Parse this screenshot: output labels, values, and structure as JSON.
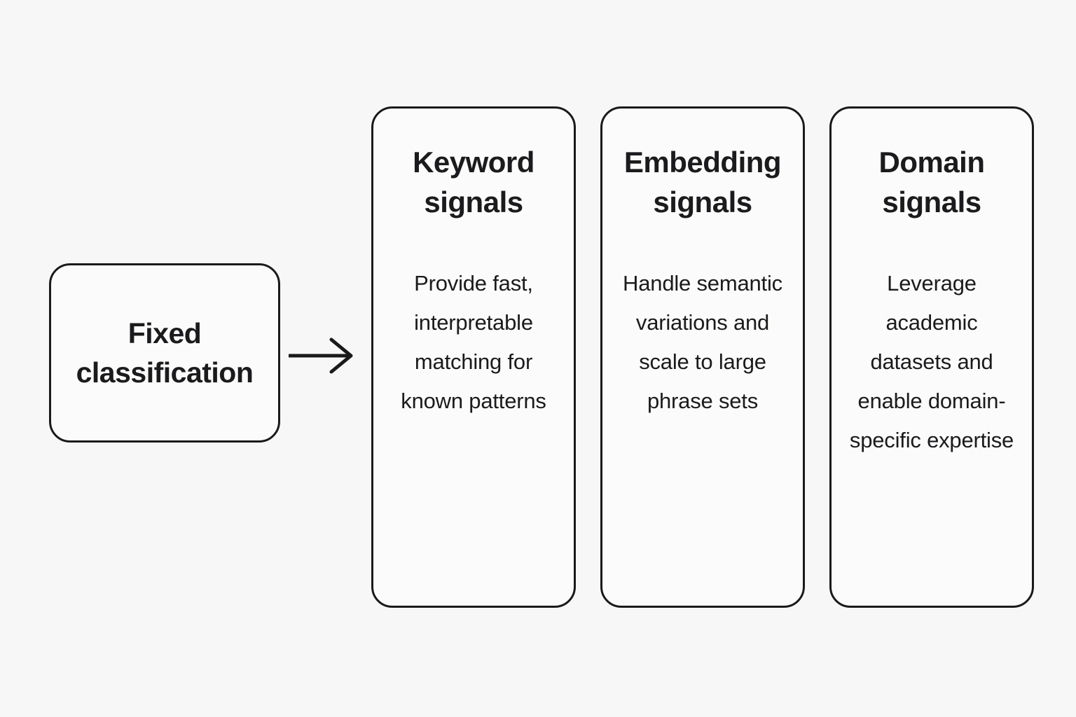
{
  "diagram": {
    "source_box": {
      "label": "Fixed classification"
    },
    "arrow": {
      "direction": "right"
    },
    "cards": [
      {
        "title": "Keyword signals",
        "body": "Provide fast, interpretable matching for known patterns"
      },
      {
        "title": "Embedding signals",
        "body": "Handle semantic variations and scale to large phrase sets"
      },
      {
        "title": "Domain signals",
        "body": "Leverage academic datasets and enable domain-specific expertise"
      }
    ],
    "colors": {
      "background": "#f7f7f7",
      "card_background": "#fbfbfb",
      "border": "#1a1a1a",
      "text": "#1b1b1d"
    }
  }
}
